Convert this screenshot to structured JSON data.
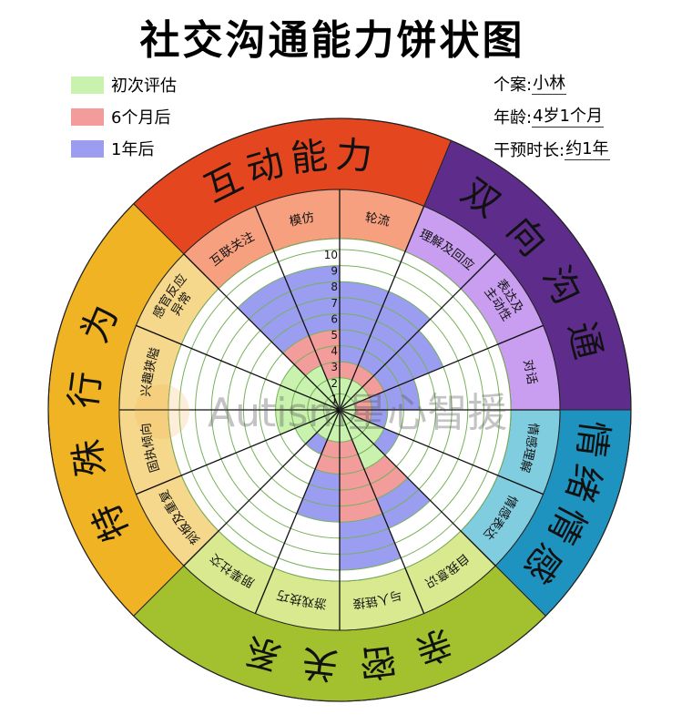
{
  "title": "社交沟通能力饼状图",
  "legend": [
    {
      "label": "初次评估",
      "color": "#c8f2ad"
    },
    {
      "label": "6个月后",
      "color": "#f29c9c"
    },
    {
      "label": "1年后",
      "color": "#9b9df0"
    }
  ],
  "info": [
    {
      "label": "个案:",
      "value": "小林"
    },
    {
      "label": "年龄:",
      "value": "4岁1个月"
    },
    {
      "label": "干预时长:",
      "value": "约1年"
    }
  ],
  "watermark": "Autism星心智援",
  "chart_data": {
    "type": "radial-bar",
    "title": "社交沟通能力饼状图",
    "series": [
      "初次评估",
      "6个月后",
      "1年后"
    ],
    "scale": {
      "min": 0,
      "max": 10,
      "ticks": [
        "1",
        "2",
        "3",
        "4",
        "5",
        "6",
        "7",
        "8",
        "9",
        "10"
      ]
    },
    "grid": true,
    "categories": [
      {
        "name": "互动能力",
        "color": "#e4471f",
        "light": "#f7a080",
        "items": [
          {
            "label": [
              "互联关注"
            ],
            "values": [
              3,
              5,
              9
            ]
          },
          {
            "label": [
              "模仿"
            ],
            "values": [
              2,
              5,
              9
            ]
          },
          {
            "label": [
              "轮流"
            ],
            "values": [
              2,
              3,
              8
            ]
          }
        ]
      },
      {
        "name": "双向沟通",
        "color": "#5e2d8c",
        "light": "#c99ef0",
        "items": [
          {
            "label": [
              "理解及回应"
            ],
            "values": [
              2,
              3,
              8
            ]
          },
          {
            "label": [
              "表达及",
              "主动性"
            ],
            "values": [
              2,
              3,
              7
            ]
          },
          {
            "label": [
              "对话"
            ],
            "values": [
              1,
              2,
              5
            ]
          }
        ]
      },
      {
        "name": "情绪情感",
        "color": "#1e93bf",
        "light": "#80cde0",
        "items": [
          {
            "label": [
              "情感理解"
            ],
            "values": [
              1,
              2,
              3
            ]
          },
          {
            "label": [
              "情感表达"
            ],
            "values": [
              3,
              3,
              4
            ]
          }
        ]
      },
      {
        "name": "亲密关系",
        "color": "#a3c12f",
        "light": "#d9e98f",
        "items": [
          {
            "label": [
              "自我意识"
            ],
            "values": [
              4,
              6,
              8
            ]
          },
          {
            "label": [
              "与人链接"
            ],
            "values": [
              2,
              7,
              10
            ]
          },
          {
            "label": [
              "游戏技巧"
            ],
            "values": [
              2,
              4,
              7
            ]
          },
          {
            "label": [
              "朋辈社交"
            ],
            "values": [
              2,
              2,
              3
            ]
          }
        ]
      },
      {
        "name": "特殊行为",
        "color": "#f0b323",
        "light": "#f5d88b",
        "items": [
          {
            "label": [
              "刻板及重复"
            ],
            "values": [
              3,
              3,
              3
            ]
          },
          {
            "label": [
              "固执倾向"
            ],
            "values": [
              4,
              4,
              4
            ]
          },
          {
            "label": [
              "兴趣狭隘"
            ],
            "values": [
              4,
              4,
              4
            ]
          },
          {
            "label": [
              "感官反应",
              "异常"
            ],
            "values": [
              4,
              4,
              4
            ]
          }
        ]
      }
    ]
  }
}
